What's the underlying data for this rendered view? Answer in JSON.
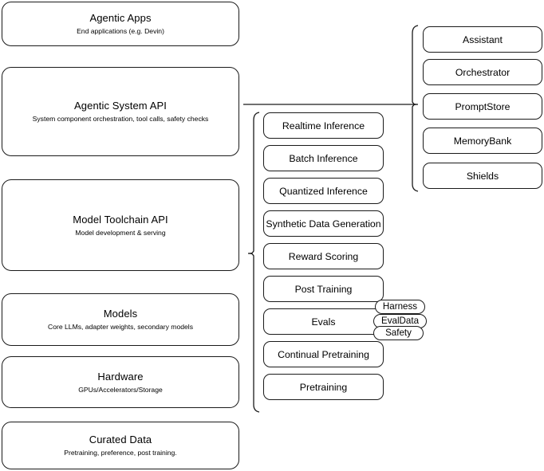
{
  "diagram": {
    "title": "AI stack layers diagram",
    "stroke_color": "#1a1a1a",
    "background_color": "#ffffff"
  },
  "layers": [
    {
      "title": "Agentic Apps",
      "subtitle": "End applications (e.g. Devin)"
    },
    {
      "title": "Agentic System API",
      "subtitle": "System component orchestration, tool calls, safety checks"
    },
    {
      "title": "Model Toolchain API",
      "subtitle": "Model development & serving"
    },
    {
      "title": "Models",
      "subtitle": "Core LLMs, adapter weights, secondary models"
    },
    {
      "title": "Hardware",
      "subtitle": "GPUs/Accelerators/Storage"
    },
    {
      "title": "Curated Data",
      "subtitle": "Pretraining, preference, post training."
    }
  ],
  "toolchain_capabilities": [
    {
      "label": "Realtime Inference"
    },
    {
      "label": "Batch Inference"
    },
    {
      "label": "Quantized Inference"
    },
    {
      "label": "Synthetic Data Generation"
    },
    {
      "label": "Reward Scoring"
    },
    {
      "label": "Post Training"
    },
    {
      "label": "Evals"
    },
    {
      "label": "Continual Pretraining"
    },
    {
      "label": "Pretraining"
    }
  ],
  "evals_pills": [
    {
      "label": "Harness"
    },
    {
      "label": "EvalData"
    },
    {
      "label": "Safety"
    }
  ],
  "agentic_components": [
    {
      "label": "Assistant"
    },
    {
      "label": "Orchestrator"
    },
    {
      "label": "PromptStore"
    },
    {
      "label": "MemoryBank"
    },
    {
      "label": "Shields"
    }
  ]
}
